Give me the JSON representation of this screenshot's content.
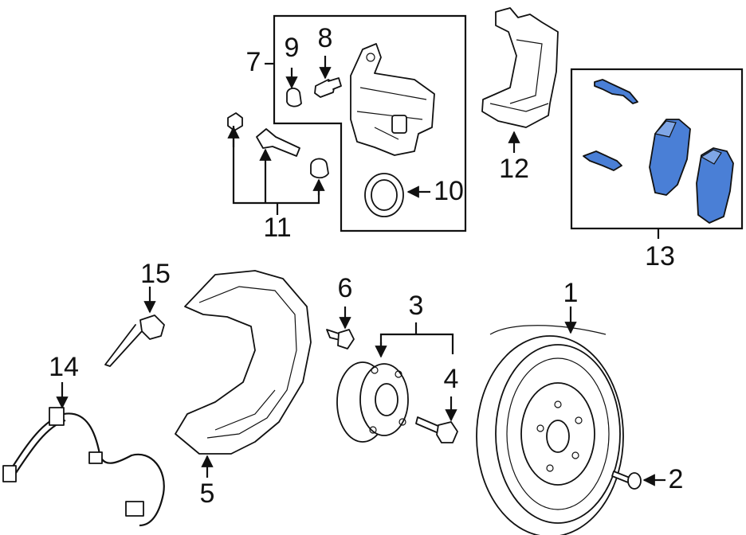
{
  "labels": {
    "p1": "1",
    "p2": "2",
    "p3": "3",
    "p4": "4",
    "p5": "5",
    "p6": "6",
    "p7": "7",
    "p8": "8",
    "p9": "9",
    "p10": "10",
    "p11": "11",
    "p12": "12",
    "p13": "13",
    "p14": "14",
    "p15": "15"
  },
  "colors": {
    "pad_fill": "#4a7fd6",
    "line": "#111111",
    "background": "#ffffff"
  }
}
